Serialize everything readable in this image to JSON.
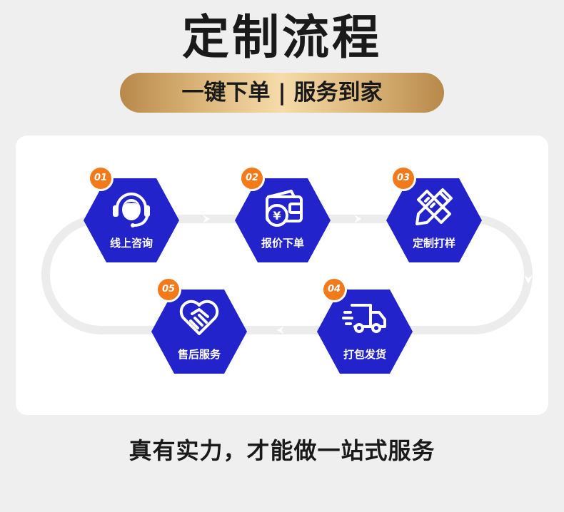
{
  "title": "定制流程",
  "banner": "一键下单 | 服务到家",
  "steps": [
    {
      "num": "01",
      "label": "线上咨询",
      "icon": "headset-support-icon"
    },
    {
      "num": "02",
      "label": "报价下单",
      "icon": "wallet-yuan-icon"
    },
    {
      "num": "03",
      "label": "定制打样",
      "icon": "pencil-ruler-icon"
    },
    {
      "num": "04",
      "label": "打包发货",
      "icon": "delivery-truck-icon"
    },
    {
      "num": "05",
      "label": "售后服务",
      "icon": "heart-handshake-icon"
    }
  ],
  "slogan": "真有实力，才能做一站式服务",
  "colors": {
    "hexagon": "#2323cc",
    "badge": "#f27a1b",
    "gold": "#dcb57a",
    "track": "#ececec",
    "background": "#efefef"
  }
}
